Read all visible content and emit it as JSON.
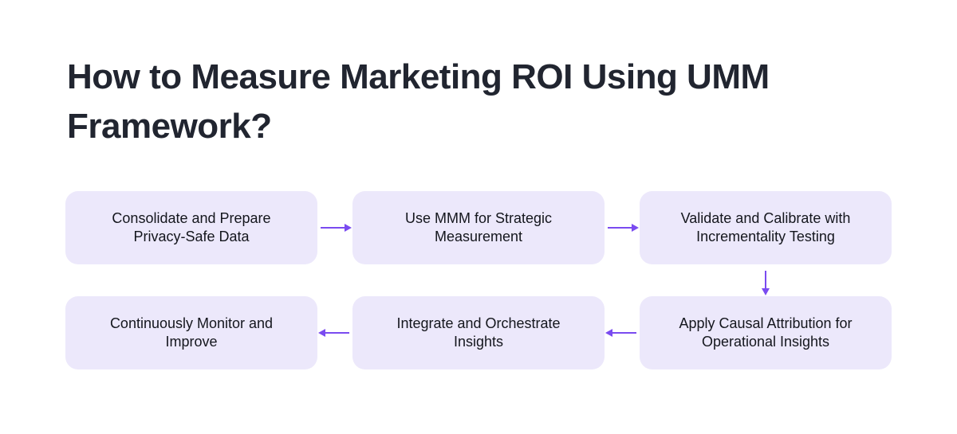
{
  "page": {
    "title": "How to Measure Marketing ROI Using UMM Framework?"
  },
  "colors": {
    "background": "#ffffff",
    "box_background": "#ece8fb",
    "arrow": "#7a4bf0",
    "title_text": "#212530",
    "box_text": "#14161d"
  },
  "flow": {
    "steps": [
      {
        "order": 1,
        "label": "Consolidate and Prepare Privacy-Safe Data"
      },
      {
        "order": 2,
        "label": "Use MMM for Strategic Measurement"
      },
      {
        "order": 3,
        "label": "Validate and Calibrate with Incrementality Testing"
      },
      {
        "order": 4,
        "label": "Apply Causal Attribution for Operational Insights"
      },
      {
        "order": 5,
        "label": "Integrate and Orchestrate Insights"
      },
      {
        "order": 6,
        "label": "Continuously Monitor and Improve"
      }
    ],
    "arrows": [
      {
        "from": 1,
        "to": 2,
        "direction": "right"
      },
      {
        "from": 2,
        "to": 3,
        "direction": "right"
      },
      {
        "from": 3,
        "to": 4,
        "direction": "down"
      },
      {
        "from": 4,
        "to": 5,
        "direction": "left"
      },
      {
        "from": 5,
        "to": 6,
        "direction": "left"
      }
    ]
  }
}
